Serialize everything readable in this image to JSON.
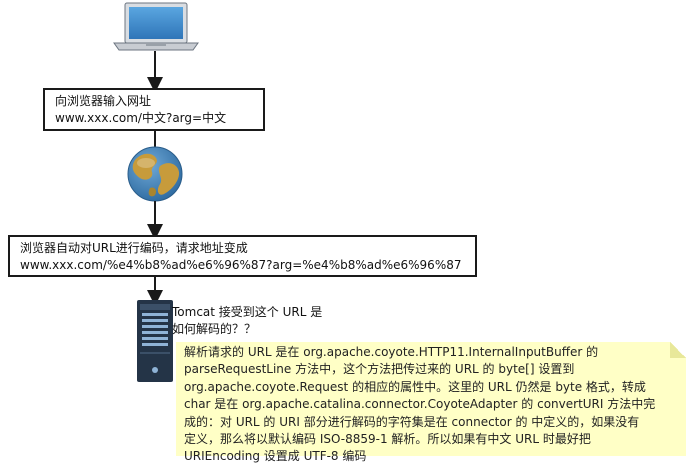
{
  "flow": {
    "step1": {
      "line1": "向浏览器输入网址",
      "line2": "www.xxx.com/中文?arg=中文"
    },
    "step2": {
      "line1": "浏览器自动对URL进行编码，请求地址变成",
      "line2": "www.xxx.com/%e4%b8%ad%e6%96%87?arg=%e4%b8%ad%e6%96%87"
    },
    "server_label": {
      "line1": "Tomcat 接受到这个 URL 是",
      "line2": "如何解码的？？"
    },
    "note": {
      "lines": [
        "解析请求的 URL 是在 org.apache.coyote.HTTP11.InternalInputBuffer 的",
        "parseRequestLine 方法中，这个方法把传过来的 URL 的 byte[] 设置到",
        "org.apache.coyote.Request 的相应的属性中。这里的 URL 仍然是 byte 格式，转成",
        "char 是在 org.apache.catalina.connector.CoyoteAdapter 的 convertURI 方法中完",
        "成的：对 URL 的 URI 部分进行解码的字符集是在 connector 的 中定义的，如果没有",
        "定义，那么将以默认编码 ISO-8859-1 解析。所以如果有中文 URL 时最好把",
        "URIEncoding 设置成 UTF-8 编码"
      ]
    }
  },
  "icons": {
    "laptop": "laptop-icon",
    "globe": "globe-icon",
    "server": "server-icon"
  },
  "colors": {
    "note_background": "#ffffc6",
    "laptop_screen": "#3a86c8",
    "globe_ocean": "#3f7fb5",
    "globe_land": "#c79b3b",
    "server_body": "#243447"
  }
}
